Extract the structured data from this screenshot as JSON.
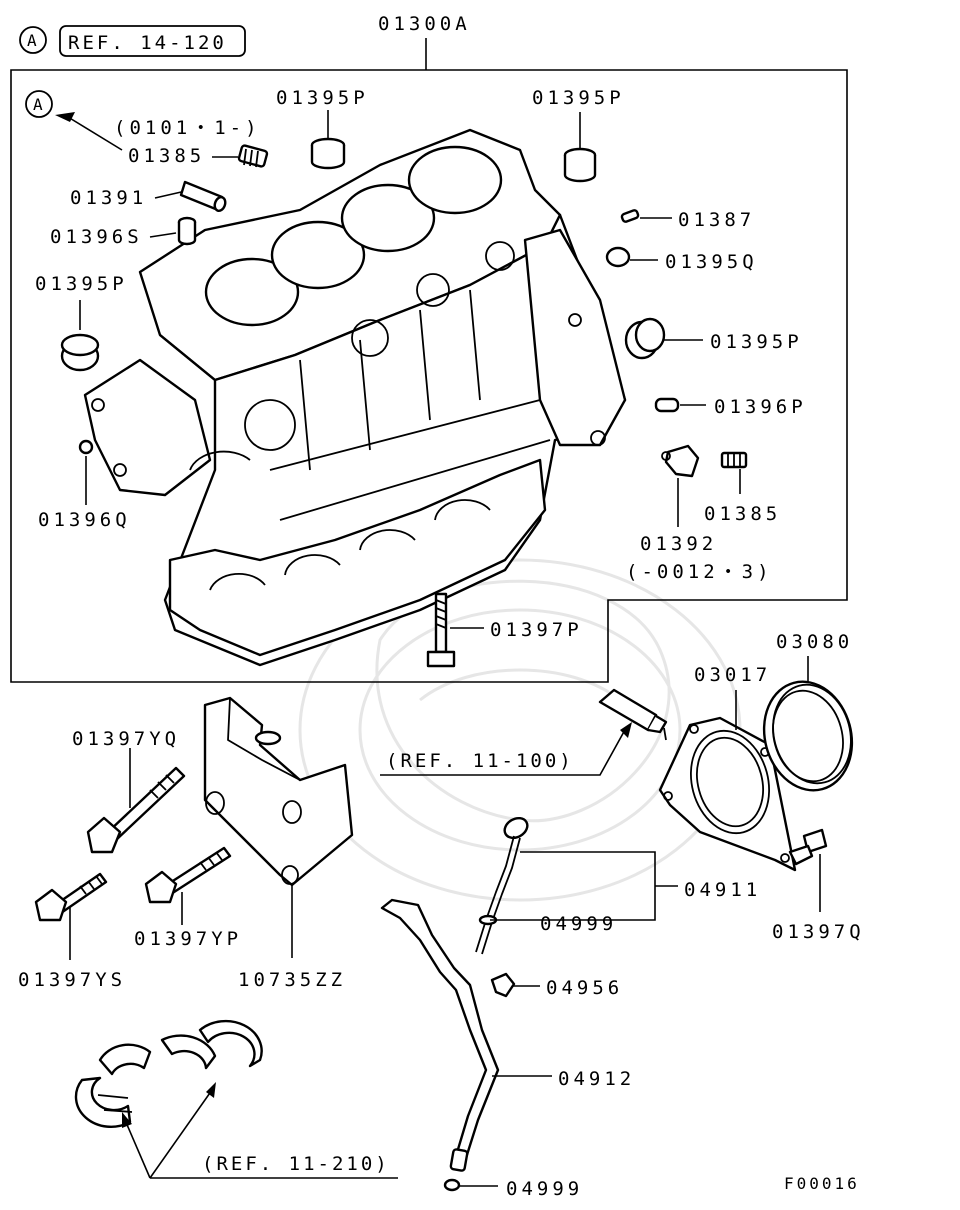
{
  "ref_top": "REF. 14-120",
  "callout_letter": "A",
  "figure_id": "F00016",
  "labels": {
    "main": "01300A",
    "p1": "01395P",
    "p2": "01395P",
    "p3": "01395P",
    "p4": "01395P",
    "date1": "(0101・1-)",
    "l01385a": "01385",
    "l01391": "01391",
    "l01396s": "01396S",
    "l01387": "01387",
    "l01395q": "01395Q",
    "l01396p": "01396P",
    "l01385b": "01385",
    "l01392": "01392",
    "date2": "(-0012・3)",
    "l01396q": "01396Q",
    "l01397p": "01397P",
    "l01397yq": "01397YQ",
    "l01397yp": "01397YP",
    "l01397ys": "01397YS",
    "l10735zz": "10735ZZ",
    "ref11100": "(REF. 11-100)",
    "l03080": "03080",
    "l03017": "03017",
    "l01397q": "01397Q",
    "l04911": "04911",
    "l04999a": "04999",
    "l04956": "04956",
    "l04912": "04912",
    "l04999b": "04999",
    "ref11210": "(REF. 11-210)"
  }
}
